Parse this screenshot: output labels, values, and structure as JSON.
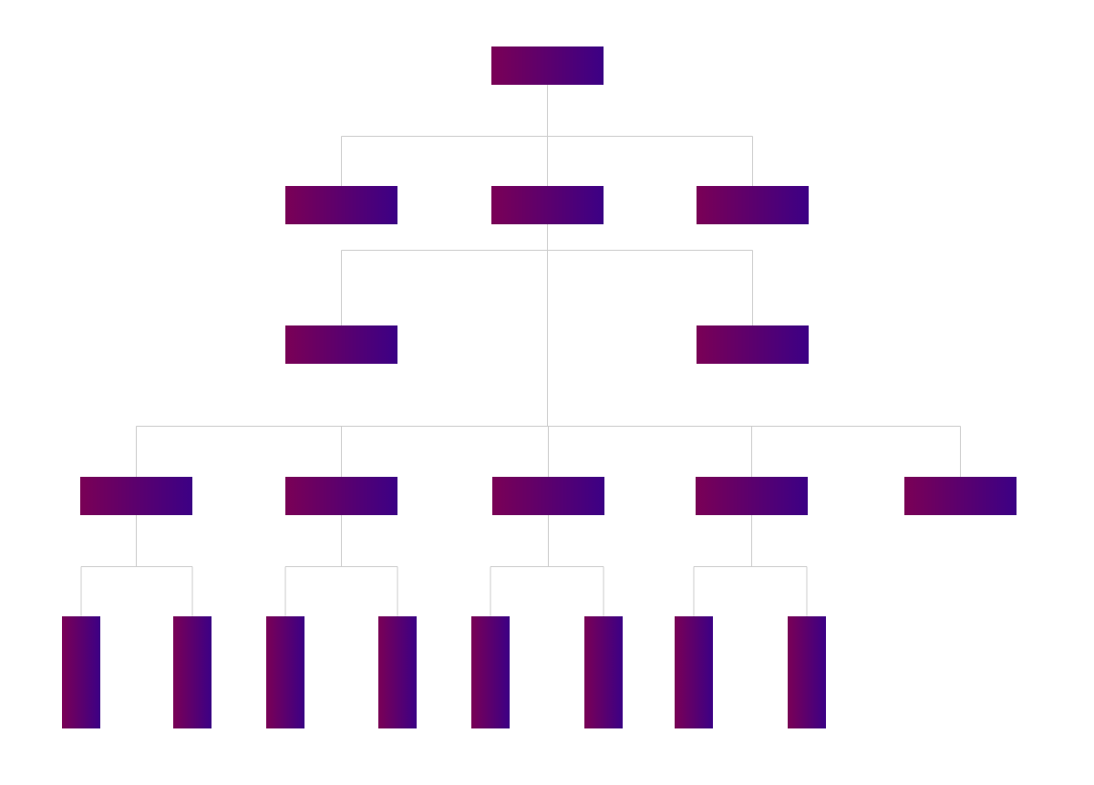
{
  "theme": {
    "node_gradient_start": "#7a0056",
    "node_gradient_end": "#3c0085",
    "connector_color": "#cccccc",
    "background": "#ffffff"
  },
  "tree": {
    "id": "root",
    "children": [
      {
        "id": "l1-left"
      },
      {
        "id": "l1-center",
        "children": [
          {
            "id": "l2-left"
          },
          {
            "id": "l2-middle-group",
            "invisible": true,
            "children": [
              {
                "id": "l3-a",
                "children": [
                  {
                    "id": "l4-a1",
                    "vertical": true
                  },
                  {
                    "id": "l4-a2",
                    "vertical": true
                  }
                ]
              },
              {
                "id": "l3-b",
                "children": [
                  {
                    "id": "l4-b1",
                    "vertical": true
                  },
                  {
                    "id": "l4-b2",
                    "vertical": true
                  }
                ]
              },
              {
                "id": "l3-c",
                "children": [
                  {
                    "id": "l4-c1",
                    "vertical": true
                  },
                  {
                    "id": "l4-c2",
                    "vertical": true
                  }
                ]
              },
              {
                "id": "l3-d",
                "children": [
                  {
                    "id": "l4-d1",
                    "vertical": true
                  },
                  {
                    "id": "l4-d2",
                    "vertical": true
                  }
                ]
              },
              {
                "id": "l3-e"
              }
            ]
          },
          {
            "id": "l2-right"
          }
        ]
      },
      {
        "id": "l1-right"
      }
    ]
  }
}
